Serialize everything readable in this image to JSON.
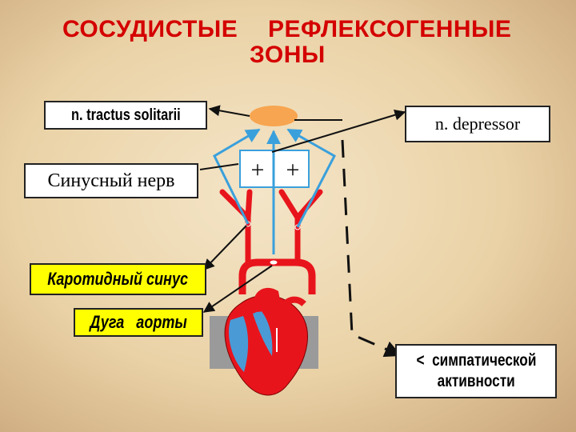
{
  "title": {
    "line1_a": "СОСУДИСТЫЕ",
    "line1_b": "РЕФЛЕКСОГЕННЫЕ",
    "line2": "ЗОНЫ"
  },
  "labels": {
    "tractus": "n. tractus solitarii",
    "depressor": "n. depressor",
    "sinus_nerve": "Синусный нерв",
    "plus_left": "+",
    "plus_right": "+",
    "carotid_sinus": "Каротидный синус",
    "aortic_arch": "Дуга   аорты",
    "sympathetic_line1": "<  симпатической",
    "sympathetic_line2": "активности"
  },
  "colors": {
    "title": "#d40000",
    "center_node": "#f7a550",
    "vessel_red": "#e8141c",
    "nerve_blue": "#3aa0dc",
    "highlight_yellow": "#ffff00"
  }
}
